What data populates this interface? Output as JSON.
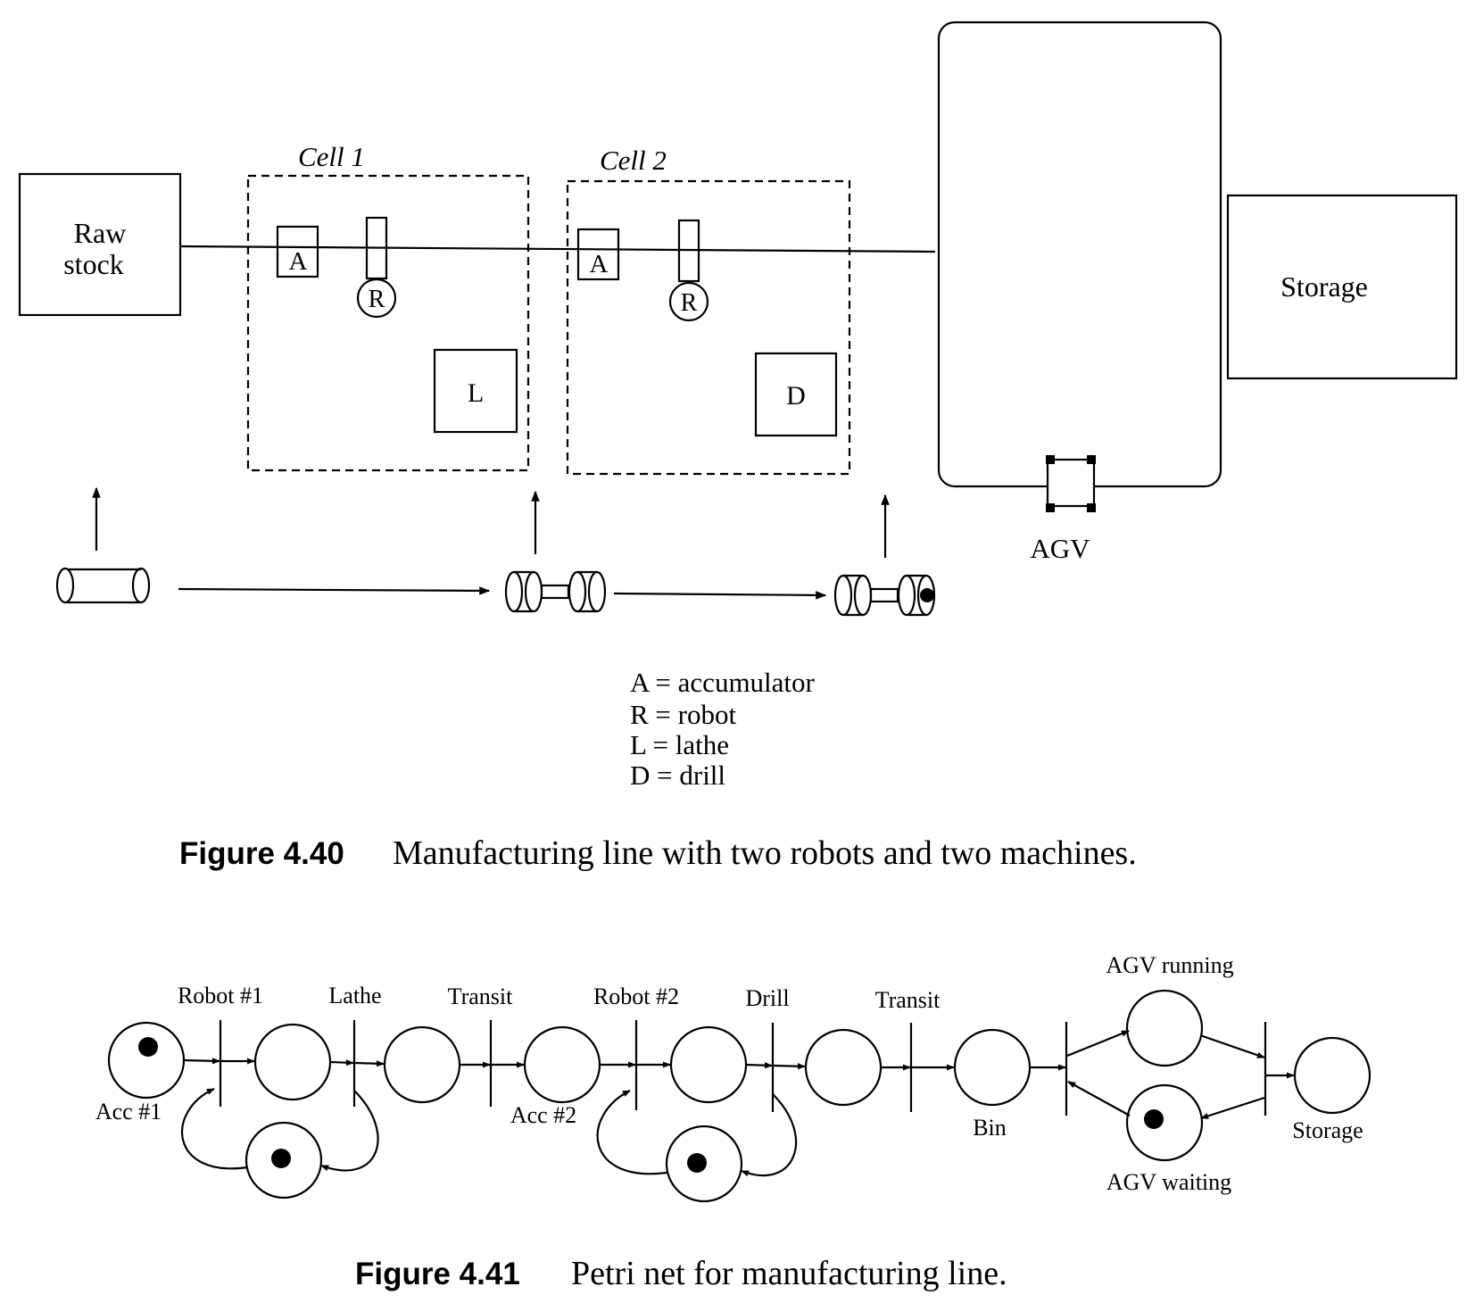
{
  "figure1": {
    "blocks": {
      "raw_stock_line1": "Raw",
      "raw_stock_line2": "stock",
      "storage": "Storage",
      "agv": "AGV"
    },
    "cells": {
      "cell1_title": "Cell 1",
      "cell2_title": "Cell 2",
      "accumulator_symbol": "A",
      "robot_symbol": "R",
      "lathe_symbol": "L",
      "drill_symbol": "D"
    },
    "legend": [
      "A = accumulator",
      "R = robot",
      "L = lathe",
      "D = drill"
    ],
    "caption_number": "Figure 4.40",
    "caption_text": "Manufacturing line with two robots and two machines."
  },
  "figure2": {
    "transition_labels": {
      "robot1": "Robot #1",
      "lathe": "Lathe",
      "transit1": "Transit",
      "robot2": "Robot #2",
      "drill": "Drill",
      "transit2": "Transit"
    },
    "place_labels": {
      "acc1": "Acc #1",
      "acc2": "Acc #2",
      "bin": "Bin",
      "agv_running": "AGV running",
      "agv_waiting": "AGV waiting",
      "storage": "Storage"
    },
    "marked_places": [
      "acc1",
      "robot1_idle",
      "robot2_idle",
      "agv_waiting"
    ],
    "caption_number": "Figure 4.41",
    "caption_text": "Petri net for manufacturing line."
  },
  "colors": {
    "ink": "#000000",
    "paper": "#ffffff"
  }
}
